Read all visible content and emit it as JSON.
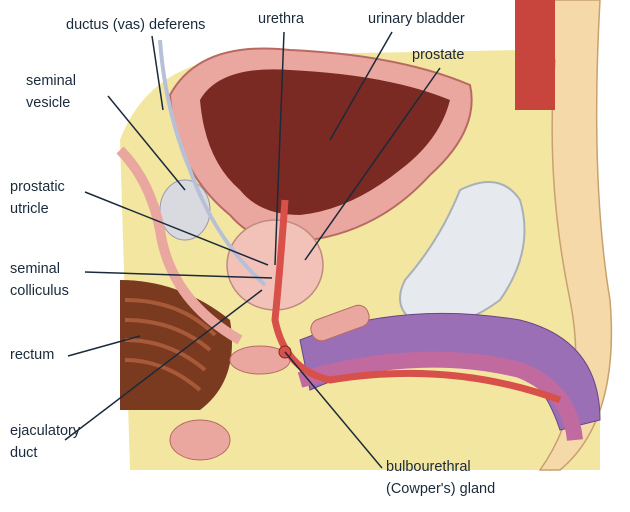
{
  "labels": {
    "ductus_deferens": "ductus (vas) deferens",
    "urethra": "urethra",
    "urinary_bladder": "urinary bladder",
    "prostate": "prostate",
    "seminal_vesicle_1": "seminal",
    "seminal_vesicle_2": "vesicle",
    "prostatic_utricle_1": "prostatic",
    "prostatic_utricle_2": "utricle",
    "seminal_colliculus_1": "seminal",
    "seminal_colliculus_2": "colliculus",
    "rectum": "rectum",
    "ejaculatory_duct_1": "ejaculatory",
    "ejaculatory_duct_2": "duct",
    "bulbourethral_1": "bulbourethral",
    "bulbourethral_2": "(Cowper's) gland"
  },
  "colors": {
    "fat": "#f3e6a0",
    "bladder_wall": "#e9a7a0",
    "bladder_lumen": "#7a2a22",
    "penis": "#9b6fb5",
    "rectum": "#7a3a20",
    "urethra": "#d8504a",
    "leader": "#1a2a3a"
  }
}
